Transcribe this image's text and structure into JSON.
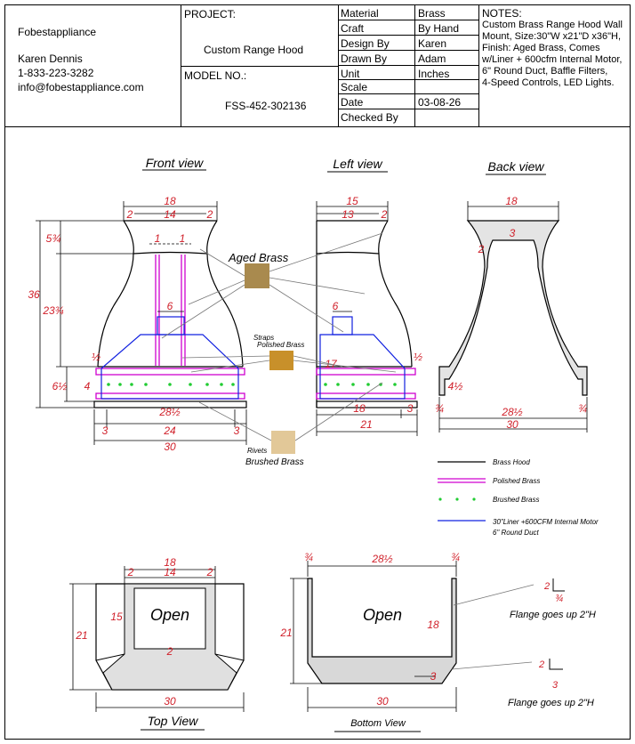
{
  "company": {
    "name": "Fobestappliance",
    "contact": "Karen Dennis",
    "phone": "1-833-223-3282",
    "email": "info@fobestappliance.com"
  },
  "project": {
    "label": "PROJECT:",
    "value": "Custom Range Hood"
  },
  "model": {
    "label": "MODEL NO.:",
    "value": "FSS-452-302136"
  },
  "spec_table": [
    {
      "key": "Material",
      "value": "Brass"
    },
    {
      "key": "Craft",
      "value": "By Hand"
    },
    {
      "key": "Design By",
      "value": "Karen"
    },
    {
      "key": "Drawn By",
      "value": "Adam"
    },
    {
      "key": "Unit",
      "value": "Inches"
    },
    {
      "key": "Scale",
      "value": ""
    },
    {
      "key": "Date",
      "value": "03-08-26"
    },
    {
      "key": "Checked By",
      "value": ""
    }
  ],
  "notes": {
    "label": "NOTES:",
    "lines": [
      "Custom Brass Range Hood Wall",
      "Mount, Size:30\"W x21\"D x36\"H,",
      "Finish: Aged Brass, Comes",
      "w/Liner + 600cfm Internal Motor,",
      "6\" Round Duct, Baffle Filters,",
      "4-Speed Controls, LED Lights."
    ]
  },
  "views": {
    "front": "Front view",
    "left": "Left view",
    "back": "Back view",
    "top": "Top View",
    "bottom": "Bottom View"
  },
  "materials": {
    "aged": "Aged Brass",
    "straps": "Straps",
    "polished": "Polished Brass",
    "rivets": "Rivets",
    "brushed": "Brushed Brass"
  },
  "legend": [
    {
      "label": "Brass Hood",
      "color": "#000000",
      "style": "line"
    },
    {
      "label": "Polished Brass",
      "color": "#d000d0",
      "style": "double"
    },
    {
      "label": "Brushed Brass",
      "color": "#22cc33",
      "style": "dots"
    },
    {
      "label": "30\"Liner +600CFM Internal Motor",
      "label2": "6\" Round Duct",
      "color": "#1020e0",
      "style": "line"
    }
  ],
  "labels": {
    "open": "Open",
    "flange": "Flange goes up 2\"H"
  },
  "colors": {
    "dimension": "#d0202a",
    "aged": "#a08040",
    "polished": "#c8902a",
    "brushed": "#e2c898"
  }
}
